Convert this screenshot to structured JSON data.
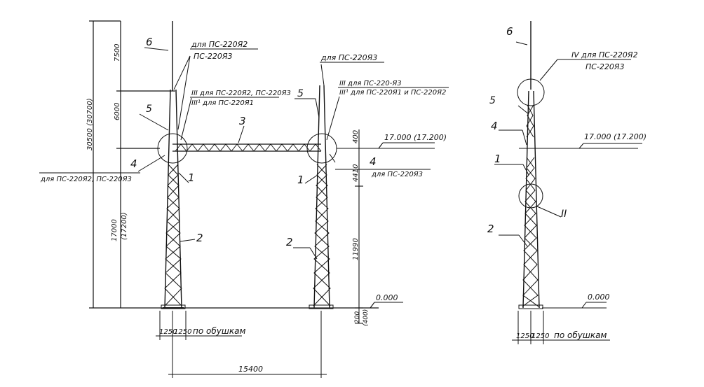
{
  "colors": {
    "ink": "#111111",
    "paper": "#ffffff"
  },
  "front_view": {
    "callouts": {
      "c1": "1",
      "c1b": "1",
      "c2": "2",
      "c2b": "2",
      "c3": "3",
      "c4": "4",
      "c4b": "4",
      "c5": "5",
      "c5b": "5",
      "c6": "6"
    },
    "notes": {
      "top_left_1": "для ПС-220Я2",
      "top_left_2": "ПС-220Я3",
      "top_right": "для ПС-220Я3",
      "left_mid_1": "III  для ПС-220Я2, ПС-220Я3",
      "left_mid_2": "III¹  для ПС-220Я1",
      "right_mid_1": "III  для ПС-220-Я3",
      "right_mid_2": "III¹ для ПС-220Я1 и ПС-220Я2",
      "left_4": "для ПС-220Я2, ПС-220Я3",
      "right_4": "для ПС-220Я3"
    },
    "dimensions": {
      "total_height": "30500 (30700)",
      "top_section": "7500",
      "mid_section": "6000",
      "lower_section_1": "17000",
      "lower_section_2": "(17200)",
      "beam_gap": "400",
      "right_upper": "4410",
      "right_lower": "11990",
      "footing_1": "200",
      "footing_2": "(400)",
      "base_left": "1250",
      "base_right": "1250",
      "base_note": "по обушкам",
      "span": "15400"
    },
    "elevations": {
      "beam": "17.000 (17.200)",
      "ground": "0.000"
    }
  },
  "side_view": {
    "callouts": {
      "c1": "1",
      "c2": "2",
      "c4": "4",
      "c5": "5",
      "c6": "6",
      "node2": "II"
    },
    "notes": {
      "top_1": "IV  для ПС-220Я2",
      "top_2": "ПС-220Я3"
    },
    "elevations": {
      "beam": "17.000 (17.200)",
      "ground": "0.000"
    },
    "dimensions": {
      "base_left": "1250",
      "base_right": "1250",
      "base_note": "по обушкам"
    }
  }
}
